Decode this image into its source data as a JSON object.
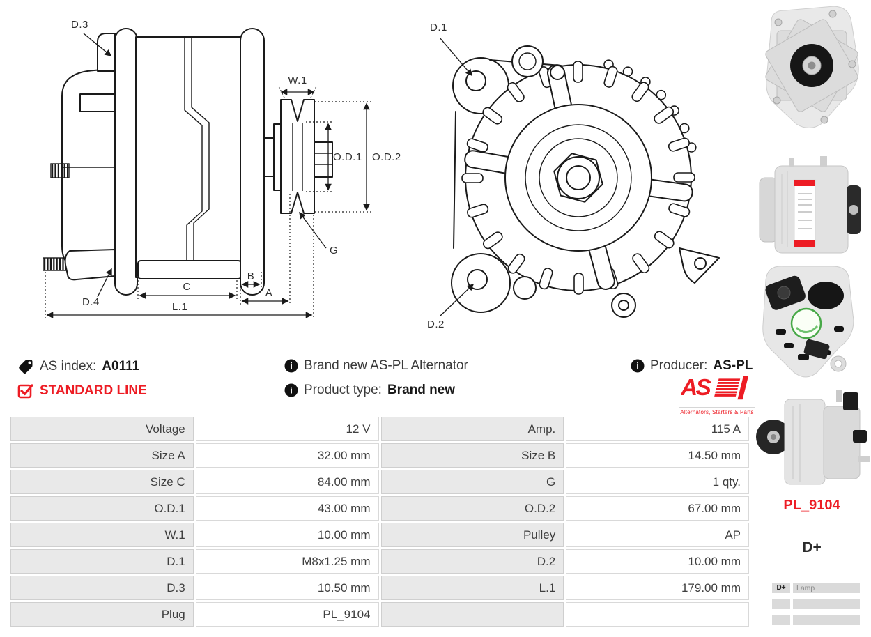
{
  "colors": {
    "accent_red": "#ed1c24",
    "text_dark": "#3c3c3c",
    "drawing_line": "#1a1a1a",
    "cell_label_bg": "#e9e9e9",
    "cell_value_bg": "#ffffff"
  },
  "icons": {
    "tag": "tag-icon",
    "checkbox": "checkbox-checked-icon",
    "info": "info-icon"
  },
  "drawings": {
    "labels": {
      "d1": "D.1",
      "d2": "D.2",
      "d3": "D.3",
      "d4": "D.4",
      "w1": "W.1",
      "od1": "O.D.1",
      "od2": "O.D.2",
      "g": "G",
      "c": "C",
      "b": "B",
      "a": "A",
      "l1": "L.1"
    }
  },
  "info": {
    "as_index_label": "AS index:",
    "as_index_value": "A0111",
    "standard_line": "STANDARD LINE",
    "brand_new_line": "Brand new AS-PL Alternator",
    "product_type_label": "Product type:",
    "product_type_value": "Brand new",
    "producer_label": "Producer:",
    "producer_value": "AS-PL",
    "logo_text": "AS",
    "logo_tagline": "Alternators, Starters & Parts"
  },
  "spec_table": {
    "rows": [
      {
        "l1": "Voltage",
        "v1": "12 V",
        "l2": "Amp.",
        "v2": "115 A"
      },
      {
        "l1": "Size A",
        "v1": "32.00 mm",
        "l2": "Size B",
        "v2": "14.50 mm"
      },
      {
        "l1": "Size C",
        "v1": "84.00 mm",
        "l2": "G",
        "v2": "1 qty."
      },
      {
        "l1": "O.D.1",
        "v1": "43.00 mm",
        "l2": "O.D.2",
        "v2": "67.00 mm"
      },
      {
        "l1": "W.1",
        "v1": "10.00 mm",
        "l2": "Pulley",
        "v2": "AP"
      },
      {
        "l1": "D.1",
        "v1": "M8x1.25 mm",
        "l2": "D.2",
        "v2": "10.00 mm"
      },
      {
        "l1": "D.3",
        "v1": "10.50 mm",
        "l2": "L.1",
        "v2": "179.00 mm"
      },
      {
        "l1": "Plug",
        "v1": "PL_9104",
        "l2": "",
        "v2": ""
      }
    ]
  },
  "sidebar": {
    "plug_code": "PL_9104",
    "terminal": "D+",
    "pin_table": {
      "rows": [
        {
          "pin": "D+",
          "func": "Lamp"
        },
        {
          "pin": "",
          "func": ""
        },
        {
          "pin": "",
          "func": ""
        }
      ]
    }
  }
}
